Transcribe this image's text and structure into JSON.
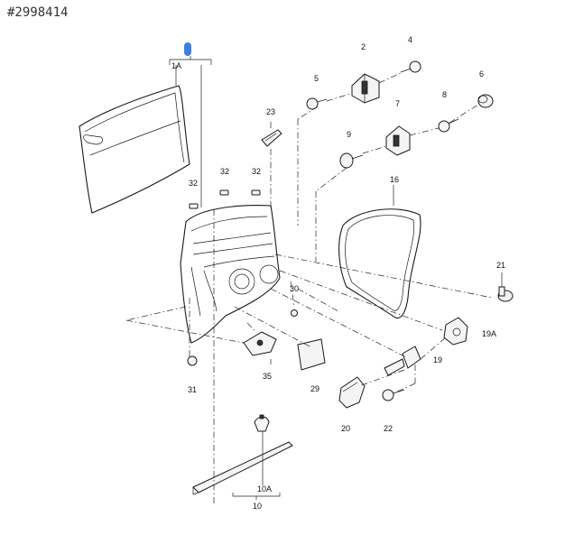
{
  "reference_number": "#2998414",
  "marker_color": "#3d7fe0",
  "callouts": {
    "p1A": "1A",
    "p2": "2",
    "p4": "4",
    "p5": "5",
    "p6": "6",
    "p7": "7",
    "p8": "8",
    "p9": "9",
    "p23": "23",
    "p16": "16",
    "p32a": "32",
    "p32b": "32",
    "p32c": "32",
    "p30": "30",
    "p21": "21",
    "p19A": "19A",
    "p19": "19",
    "p31": "31",
    "p35": "35",
    "p29": "29",
    "p20": "20",
    "p22": "22",
    "p10A": "10A",
    "p10": "10"
  }
}
